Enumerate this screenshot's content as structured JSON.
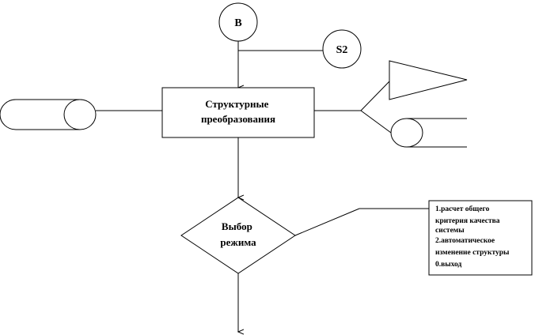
{
  "connector_top": {
    "label": "B"
  },
  "connector_side": {
    "label": "S2"
  },
  "process": {
    "lines": [
      "Структурные",
      "преобразования"
    ]
  },
  "decision": {
    "lines": [
      "Выбор",
      "режима"
    ]
  },
  "options_note": {
    "lines": [
      "1.расчет общего",
      "критерия качества",
      "системы",
      "2.автоматическое",
      "изменение структуры",
      "0.выход"
    ]
  }
}
